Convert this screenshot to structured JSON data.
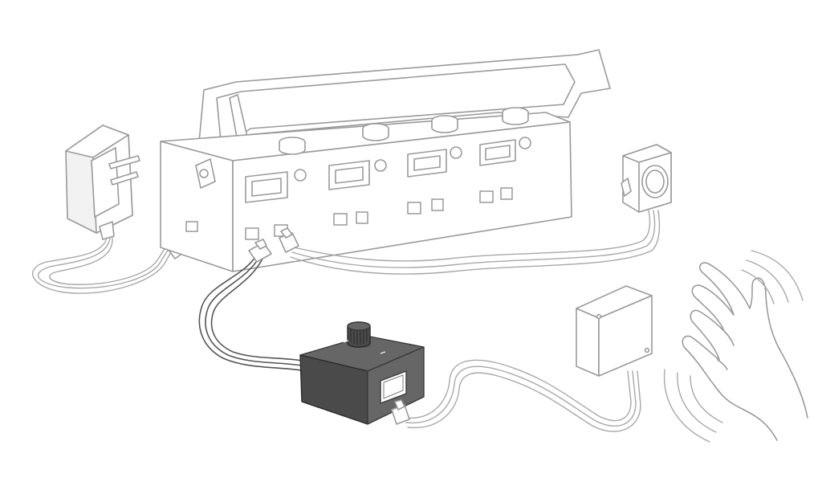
{
  "diagram": {
    "colors": {
      "outline": "#9a9a9a",
      "cable": "#a8a8a8",
      "module_dark": "#666666",
      "module_darker": "#4a4a4a",
      "background": "#ffffff"
    },
    "components": [
      {
        "name": "power-adapter",
        "icon": "wall-plug"
      },
      {
        "name": "control-box",
        "icon": "open-lid-hub"
      },
      {
        "name": "dimmer-module",
        "icon": "rotary-knob"
      },
      {
        "name": "push-button",
        "icon": "round-button"
      },
      {
        "name": "motion-sensor",
        "icon": "sensor-box"
      },
      {
        "name": "hand-wave",
        "icon": "hand"
      }
    ],
    "connections": [
      {
        "from": "power-adapter",
        "to": "control-box"
      },
      {
        "from": "control-box",
        "to": "dimmer-module"
      },
      {
        "from": "control-box",
        "to": "push-button"
      },
      {
        "from": "dimmer-module",
        "to": "motion-sensor"
      }
    ]
  }
}
